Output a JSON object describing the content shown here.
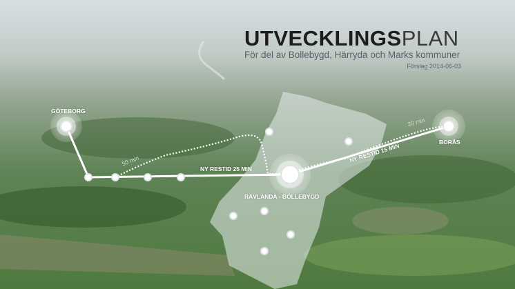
{
  "title": {
    "bold": "UTVECKLINGS",
    "light": "PLAN"
  },
  "subtitle": "För del av Bollebygd, Härryda och Marks kommuner",
  "date": "Förslag 2014-06-03",
  "places": {
    "goteborg": "GÖTEBORG",
    "boras": "BORÅS",
    "ravlanda": "RÄVLANDA - BOLLEBYGD"
  },
  "routes": {
    "new_west": "NY RESTID 25 MIN",
    "new_east": "NY RESTID 15 MIN",
    "old_west": "50 min",
    "old_east": "20 min"
  },
  "colors": {
    "overlay": "#ffffff",
    "title": "#1d1d1f"
  }
}
